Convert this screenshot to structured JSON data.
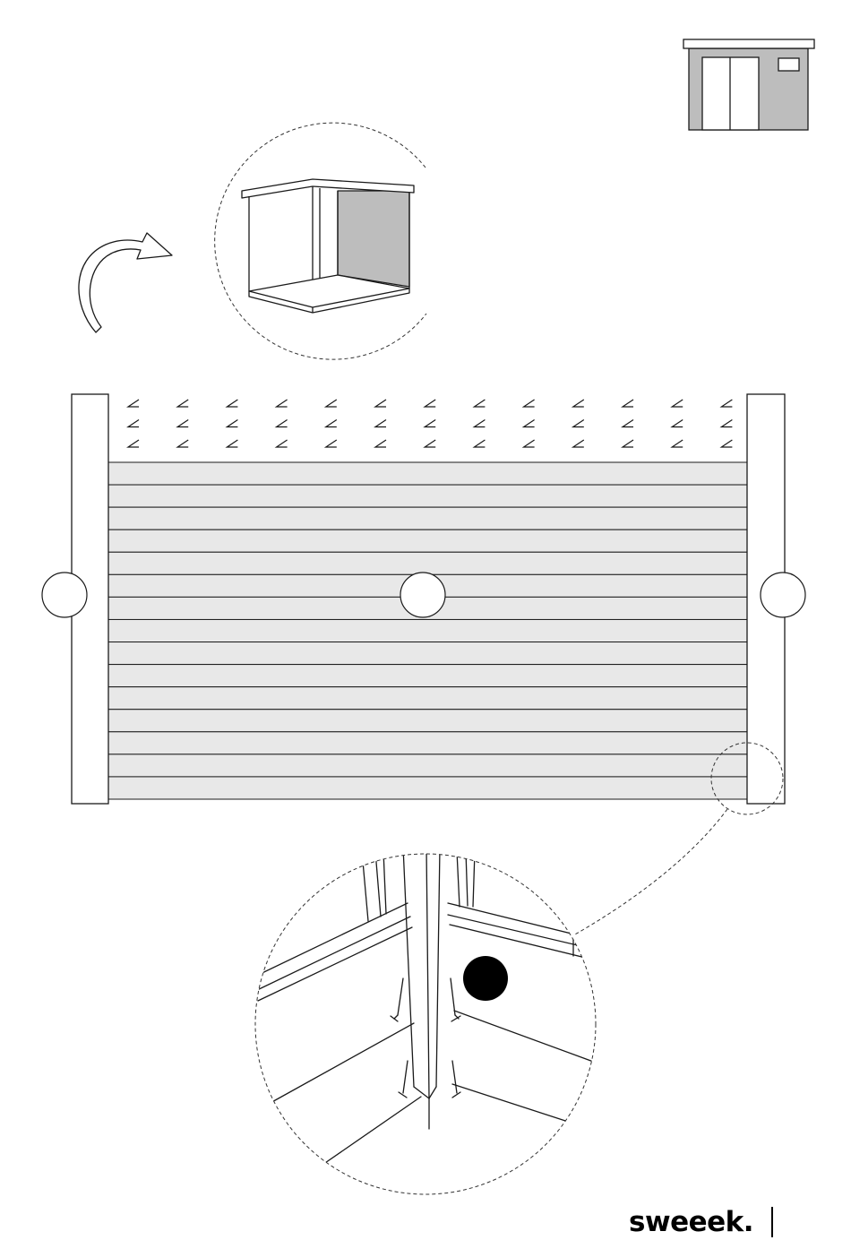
{
  "brand": {
    "name": "sweeek."
  },
  "colors": {
    "line": "#1a1a1a",
    "panel_fill": "#e8e8e8",
    "wall_fill": "#bdbdbd",
    "hole_fill": "#000000"
  },
  "icons": {
    "rotate_arrow": "curved-arrow-icon",
    "overview_house": "house-thumbnail-icon",
    "orientation_box": "shed-orientation-icon",
    "nail": "nail-icon"
  },
  "wall_panel": {
    "plank_count": 15,
    "nail_rows": 3,
    "nail_columns": 13
  }
}
